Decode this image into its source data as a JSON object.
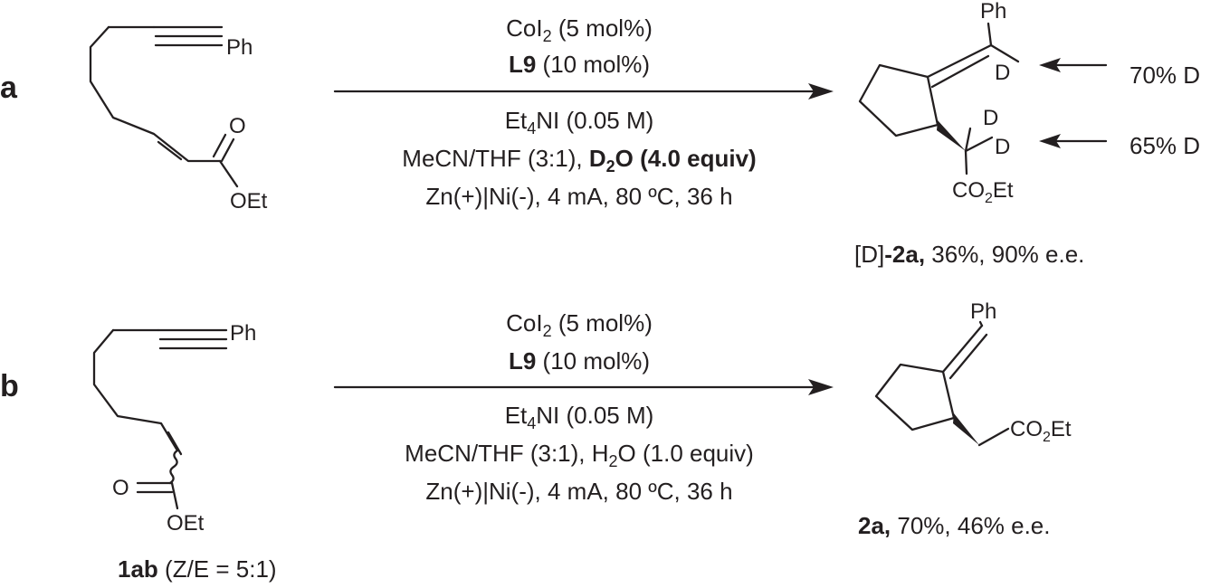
{
  "panel_a": {
    "label": "a",
    "substrate": {
      "ph": "Ph",
      "o": "O",
      "oet": "OEt"
    },
    "conditions_above": {
      "cat_main": "CoI",
      "cat_sub": "2",
      "cat_rest": " (5 mol%)",
      "ligand": "L9",
      "ligand_rest": " (10 mol%)"
    },
    "conditions_below": {
      "salt_pre": "Et",
      "salt_sub": "4",
      "salt_rest": "NI (0.05 M)",
      "solvent": "MeCN/THF (3:1), ",
      "additive_main": "D",
      "additive_sub": "2",
      "additive_rest": "O (4.0 equiv)",
      "electrolysis": "Zn(+)|Ni(-), 4 mA, 80 ºC, 36 h"
    },
    "product": {
      "ph": "Ph",
      "d1": "D",
      "d2": "D",
      "d3": "D",
      "ester_pre": "CO",
      "ester_sub": "2",
      "ester_post": "Et"
    },
    "incorporation": [
      "70% D",
      "65% D"
    ],
    "caption": {
      "prefix": "[D]",
      "compound": "-2a,",
      "rest": " 36%, 90% e.e."
    }
  },
  "panel_b": {
    "label": "b",
    "substrate": {
      "ph": "Ph",
      "o": "O",
      "oet": "OEt"
    },
    "substrate_caption": {
      "compound": "1ab",
      "rest": " (Z/E = 5:1)"
    },
    "conditions_above": {
      "cat_main": "CoI",
      "cat_sub": "2",
      "cat_rest": " (5 mol%)",
      "ligand": "L9",
      "ligand_rest": " (10 mol%)"
    },
    "conditions_below": {
      "salt_pre": "Et",
      "salt_sub": "4",
      "salt_rest": "NI (0.05 M)",
      "solvent": "MeCN/THF (3:1), H",
      "additive_sub": "2",
      "additive_rest": "O (1.0 equiv)",
      "electrolysis": "Zn(+)|Ni(-), 4 mA, 80 ºC, 36 h"
    },
    "product": {
      "ph": "Ph",
      "ester_pre": "CO",
      "ester_sub": "2",
      "ester_post": "Et"
    },
    "caption": {
      "compound": "2a,",
      "rest": " 70%, 46% e.e."
    }
  }
}
